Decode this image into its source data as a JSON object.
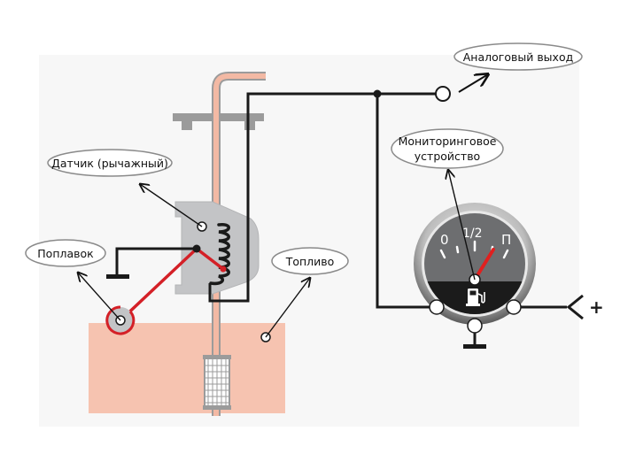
{
  "labels": {
    "analog_output": "Аналоговый выход",
    "monitoring_device_line1": "Мониторинговое",
    "monitoring_device_line2": "устройство",
    "sensor": "Датчик (рычажный)",
    "float": "Поплавок",
    "fuel": "Топливо"
  },
  "gauge": {
    "marks": {
      "empty": "0",
      "half": "1/2",
      "full": "П"
    },
    "fuel_pump_icon": "fuel-pump-icon",
    "needle_level": 0.8
  },
  "terminal": {
    "polarity": "+"
  },
  "colors": {
    "wire": "#1a1a1a",
    "lever": "#d42027",
    "tank_fuel": "#f6c3b0",
    "pipe": "#f3b9a4",
    "metal": "#9b9b9b",
    "sensor_body": "#c3c4c6",
    "gauge_face": "#6d6e70",
    "gauge_bottom": "#1b1b1b"
  }
}
